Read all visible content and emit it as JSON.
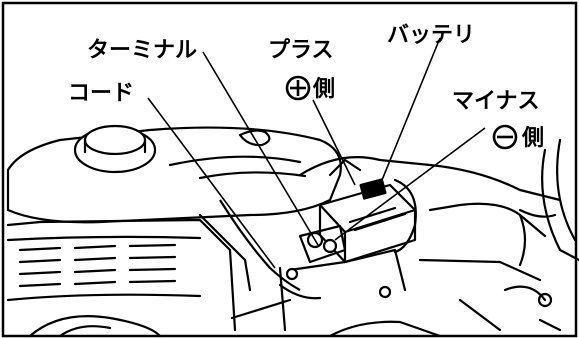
{
  "labels": {
    "terminal": "ターミナル",
    "plus": "プラス",
    "plus_side": "側",
    "battery": "バッテリ",
    "minus": "マイナス",
    "minus_side": "側",
    "cord": "コード"
  },
  "icons": {
    "plus_symbol": "plus-circle-icon",
    "minus_symbol": "minus-circle-icon"
  }
}
